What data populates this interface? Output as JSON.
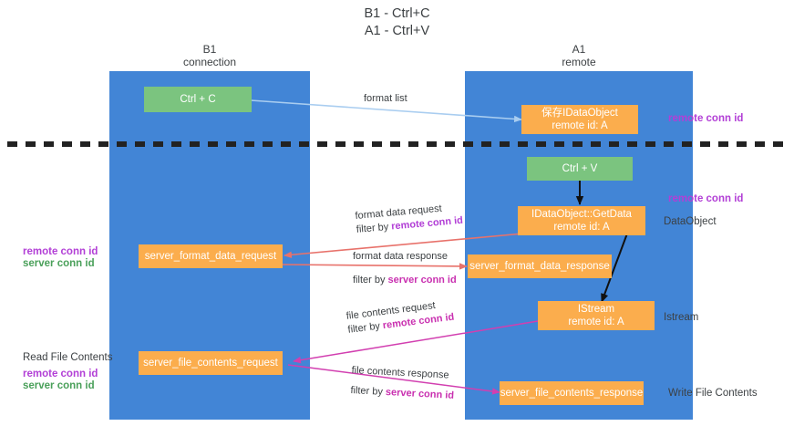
{
  "diagram": {
    "title_line1": "B1 - Ctrl+C",
    "title_line2": "A1 - Ctrl+V",
    "colors": {
      "lane": "#4285d6",
      "green_box": "#7bc47f",
      "orange_box": "#fbad4d",
      "purple_text": "#b23fd6",
      "green_text": "#4aa05a",
      "magenta_text": "#c930b0",
      "blue_arrow": "#a9cdf0",
      "red_arrow": "#e8726b",
      "black_arrow": "#000000",
      "magenta_arrow": "#d23fb0",
      "dashed_line": "#222222"
    },
    "columns": [
      {
        "name": "B1",
        "subtitle": "connection"
      },
      {
        "name": "A1",
        "subtitle": "remote"
      }
    ],
    "nodes": {
      "ctrl_c": {
        "label": "Ctrl + C"
      },
      "ctrl_v": {
        "label": "Ctrl + V"
      },
      "idataobject_store": {
        "line1": "保存IDataObject",
        "line2": "remote id: A"
      },
      "idataobject_getdata": {
        "line1": "IDataObject::GetData",
        "line2": "remote id: A"
      },
      "istream": {
        "line1": "IStream",
        "line2": "remote id: A"
      },
      "server_format_data_request": {
        "label": "server_format_data_request"
      },
      "server_format_data_response": {
        "label": "server_format_data_response"
      },
      "server_file_contents_request": {
        "label": "server_file_contents_request"
      },
      "server_file_contents_response": {
        "label": "server_file_contents_response"
      }
    },
    "arrow_labels": {
      "format_list": "format list",
      "format_data_request": "format data request",
      "format_data_request_filter_prefix": "filter by ",
      "format_data_request_filter_key": "remote conn id",
      "format_data_response": "format data response",
      "format_data_response_filter_prefix": "filter by ",
      "format_data_response_filter_key": "server conn id",
      "file_contents_request": "file contents request",
      "file_contents_request_filter_prefix": "filter by ",
      "file_contents_request_filter_key": "remote conn id",
      "file_contents_response": "file contents response",
      "file_contents_response_filter_prefix": "filter by ",
      "file_contents_response_filter_key": "server conn id"
    },
    "annotations": {
      "right_remote_conn_id_top": "remote conn id",
      "right_remote_conn_id_mid": "remote conn id",
      "right_dataobject": "DataObject",
      "right_istream": "Istream",
      "right_write_file_contents": "Write File Contents",
      "left_remote_conn_id_mid": "remote conn id",
      "left_server_conn_id_mid": "server conn id",
      "left_read_file_contents": "Read File Contents",
      "left_remote_conn_id_bottom": "remote conn id",
      "left_server_conn_id_bottom": "server conn id"
    }
  }
}
